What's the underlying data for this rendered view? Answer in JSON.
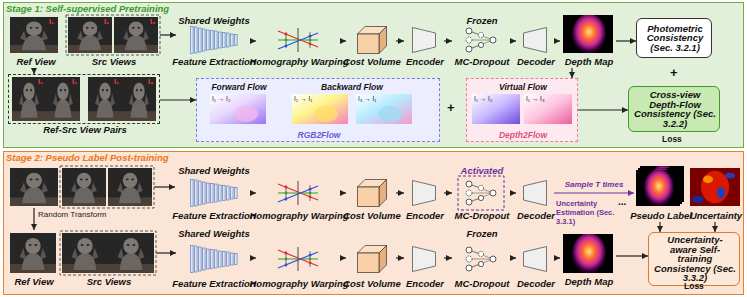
{
  "diagram": {
    "nodes": [
      {
        "text": [
          "Stage 1: Self-supervised Pretraining"
        ]
      },
      {
        "text": [
          "Ref View"
        ],
        "in": 0
      },
      {
        "text": [
          "Src Views"
        ],
        "in": 0
      },
      {
        "text": [
          "Shared Weights",
          "Feature Extraction"
        ],
        "in": 0
      },
      {
        "text": [
          "Homography Warping"
        ],
        "in": 0
      },
      {
        "text": [
          "Cost Volume"
        ],
        "in": 0
      },
      {
        "text": [
          "Encoder"
        ],
        "in": 0
      },
      {
        "text": [
          "Frozen",
          "MC-Dropout"
        ],
        "in": 0
      },
      {
        "text": [
          "Decoder"
        ],
        "in": 0
      },
      {
        "text": [
          "Depth Map"
        ],
        "in": 0
      },
      {
        "text": [
          "Photometric Consistency (Sec. 3.2.1)"
        ],
        "in": 0
      },
      {
        "text": [
          "Ref-Src View Pairs"
        ],
        "in": 0
      },
      {
        "text": [
          "RGB2Flow"
        ],
        "in": 0
      },
      {
        "text": [
          "Forward Flow"
        ],
        "in": 12
      },
      {
        "text": [
          "Backward Flow"
        ],
        "in": 12
      },
      {
        "text": [
          "Depth2Flow"
        ],
        "in": 0
      },
      {
        "text": [
          "Virtual Flow"
        ],
        "in": 15
      },
      {
        "text": [
          "Cross-view Depth-Flow Consistency (Sec. 3.2.2)"
        ],
        "in": 0
      },
      {
        "text": [
          "Stage 2: Pseudo Label Post-training"
        ]
      },
      {
        "text": [
          "Shared Weights",
          "Feature Extraction"
        ],
        "in": 18
      },
      {
        "text": [
          "Homography Warping"
        ],
        "in": 18
      },
      {
        "text": [
          "Cost Volume"
        ],
        "in": 18
      },
      {
        "text": [
          "Encoder"
        ],
        "in": 18
      },
      {
        "text": [
          "Activated",
          "MC-Dropout"
        ],
        "in": 18
      },
      {
        "text": [
          "Decoder"
        ],
        "in": 18
      },
      {
        "text": [
          "Pseudo Label"
        ],
        "in": 18
      },
      {
        "text": [
          "Uncertainty"
        ],
        "in": 18
      },
      {
        "text": [
          "Ref View"
        ],
        "in": 18
      },
      {
        "text": [
          "Src Views"
        ],
        "in": 18
      },
      {
        "text": [
          "Shared Weights",
          "Feature Extraction"
        ],
        "in": 18
      },
      {
        "text": [
          "Homography Warping"
        ],
        "in": 18
      },
      {
        "text": [
          "Cost Volume"
        ],
        "in": 18
      },
      {
        "text": [
          "Encoder"
        ],
        "in": 18
      },
      {
        "text": [
          "Frozen",
          "MC-Dropout"
        ],
        "in": 18
      },
      {
        "text": [
          "Decoder"
        ],
        "in": 18
      },
      {
        "text": [
          "Depth Map"
        ],
        "in": 18
      },
      {
        "text": [
          "Uncertainty-aware Self-training Consistency (Sec. 3.3.2)"
        ],
        "in": 18
      }
    ],
    "edges": [
      {
        "from": 2,
        "to": 3,
        "arrow": "to"
      },
      {
        "from": 3,
        "to": 4,
        "arrow": "to"
      },
      {
        "from": 4,
        "to": 5,
        "arrow": "to"
      },
      {
        "from": 5,
        "to": 6,
        "arrow": "to"
      },
      {
        "from": 6,
        "to": 7,
        "arrow": "to"
      },
      {
        "from": 7,
        "to": 8,
        "arrow": "to"
      },
      {
        "from": 8,
        "to": 9,
        "arrow": "to"
      },
      {
        "from": 9,
        "to": 10,
        "arrow": "to"
      },
      {
        "from": 1,
        "to": 11,
        "arrow": "to"
      },
      {
        "from": 11,
        "to": 12,
        "arrow": "to"
      },
      {
        "from": 9,
        "to": 15,
        "arrow": "to"
      },
      {
        "from": 15,
        "to": 17,
        "arrow": "to"
      },
      {
        "from": 19,
        "to": 20,
        "arrow": "to"
      },
      {
        "from": 20,
        "to": 21,
        "arrow": "to"
      },
      {
        "from": 21,
        "to": 22,
        "arrow": "to"
      },
      {
        "from": 22,
        "to": 23,
        "arrow": "to"
      },
      {
        "from": 23,
        "to": 24,
        "arrow": "to"
      },
      {
        "from": 24,
        "to": 25,
        "label": "Sample T times",
        "arrow": "to"
      },
      {
        "from": 25,
        "to": 36,
        "arrow": "to"
      },
      {
        "from": 26,
        "to": 36,
        "arrow": "to"
      },
      {
        "from": 28,
        "to": 29,
        "arrow": "to"
      },
      {
        "from": 29,
        "to": 30,
        "arrow": "to"
      },
      {
        "from": 30,
        "to": 31,
        "arrow": "to"
      },
      {
        "from": 31,
        "to": 32,
        "arrow": "to"
      },
      {
        "from": 32,
        "to": 33,
        "arrow": "to"
      },
      {
        "from": 33,
        "to": 34,
        "arrow": "to"
      },
      {
        "from": 34,
        "to": 35,
        "arrow": "to"
      },
      {
        "from": 35,
        "to": 36,
        "arrow": "to"
      }
    ],
    "labels": [
      "I₁",
      "I₂",
      "I₃",
      "I₁",
      "I₂",
      "I₁",
      "I₃",
      "I₁ → I₂",
      "I₂ → I₁",
      "I₃ → I₁",
      "I₁ → I₂",
      "I₁ → I₃",
      "+",
      "+",
      "Loss",
      "Random Transform",
      "Uncertainty Estimation (Sec. 3.3.1)",
      "...",
      "Loss"
    ]
  }
}
